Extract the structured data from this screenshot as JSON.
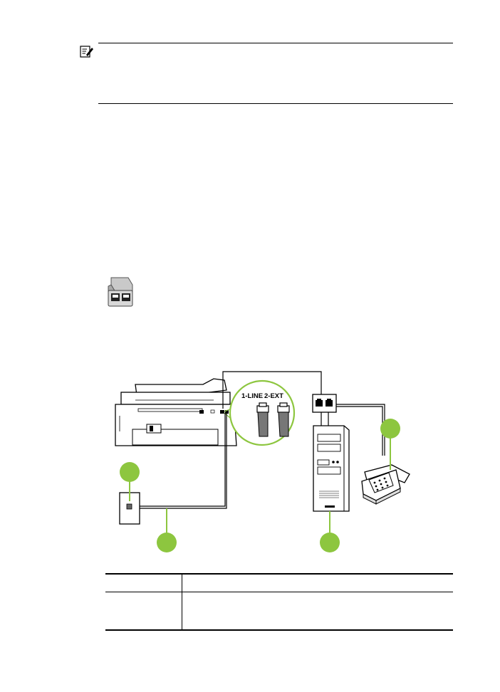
{
  "note": {
    "icon": "note-pencil-icon",
    "text": ""
  },
  "splitter": {
    "icon": "parallel-splitter-icon"
  },
  "diagram": {
    "port_labels": {
      "line": "1-LINE",
      "ext": "2-EXT"
    },
    "callout_color": "#8dc63f",
    "devices": [
      "printer-rear",
      "wall-jack",
      "splitter",
      "computer-modem",
      "telephone"
    ]
  },
  "table": {
    "header": [
      "",
      ""
    ],
    "rows": [
      [
        "",
        ""
      ]
    ]
  }
}
